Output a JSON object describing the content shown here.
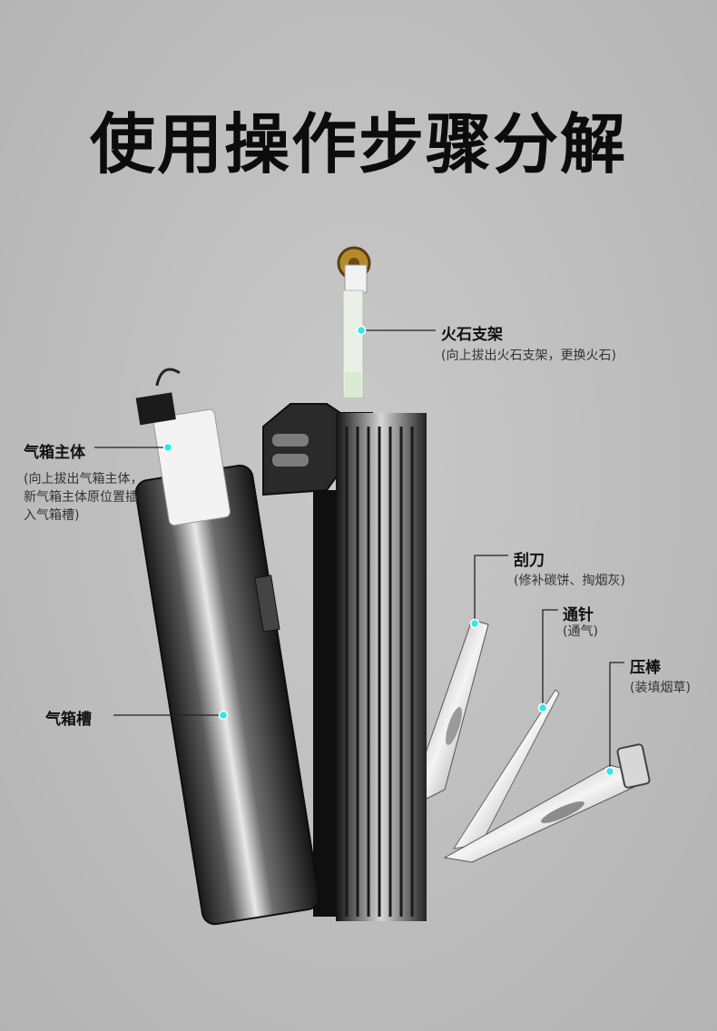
{
  "title": "使用操作步骤分解",
  "callouts": {
    "flint_holder": {
      "label": "火石支架",
      "desc": [
        "(向上拔出火石支架，更换火石)"
      ]
    },
    "gas_tank_body": {
      "label": "气箱主体",
      "desc": [
        "(向上拔出气箱主体，",
        "新气箱主体原位置插",
        "入气箱槽)"
      ]
    },
    "scraper": {
      "label": "刮刀",
      "desc": [
        "(修补碳饼、掏烟灰)"
      ]
    },
    "pick": {
      "label": "通针",
      "desc": [
        "(通气)"
      ]
    },
    "tamper": {
      "label": "压棒",
      "desc": [
        "(装填烟草)"
      ]
    },
    "gas_tank_slot": {
      "label": "气箱槽",
      "desc": []
    }
  },
  "colors": {
    "marker": "#2ee8ef",
    "leader": "#222222"
  }
}
